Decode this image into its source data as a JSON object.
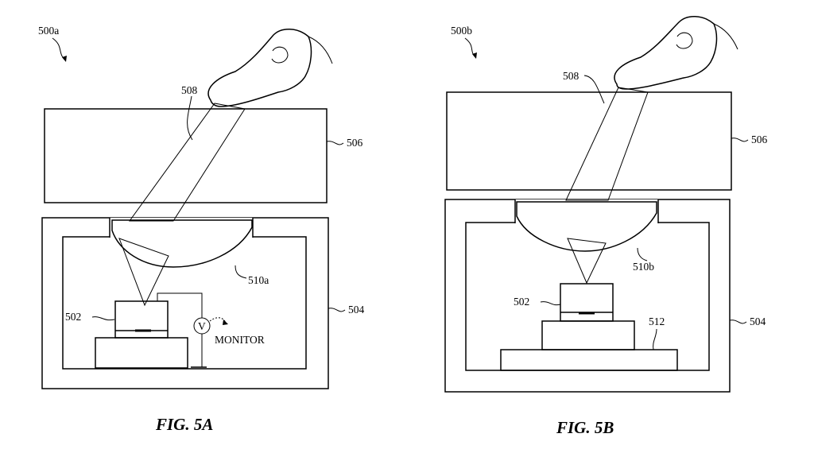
{
  "figures": [
    {
      "ref": "500a",
      "caption": "FIG. 5A",
      "labels": {
        "beam": "508",
        "cover": "506",
        "housing": "504",
        "lens": "510a",
        "sensor": "502",
        "voltmeter": "V",
        "monitor": "MONITOR"
      }
    },
    {
      "ref": "500b",
      "caption": "FIG. 5B",
      "labels": {
        "beam": "508",
        "cover": "506",
        "housing": "504",
        "lens": "510b",
        "sensor": "502",
        "base": "512"
      }
    }
  ]
}
